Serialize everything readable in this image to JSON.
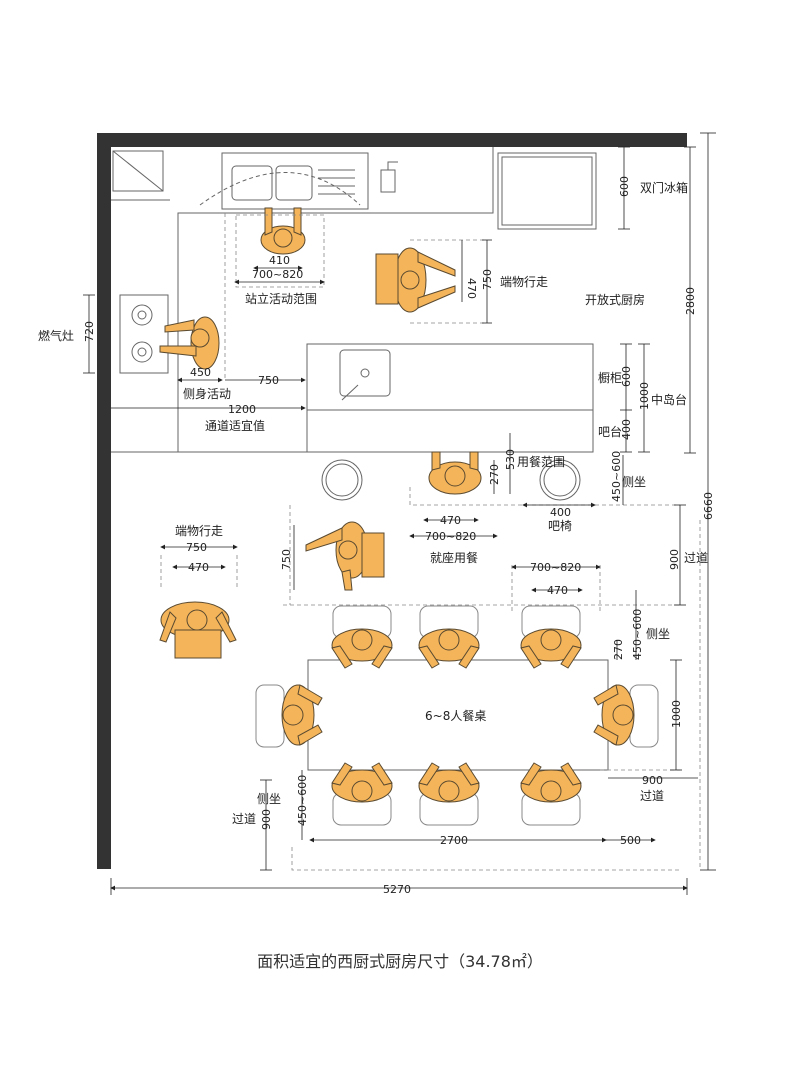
{
  "labels": {
    "fridge": "双门冰箱",
    "open_kitchen": "开放式厨房",
    "carry_walk_top": "端物行走",
    "stand_range": "站立活动范围",
    "gas_stove": "燃气灶",
    "side_move": "侧身活动",
    "aisle_value": "通道适宜值",
    "cabinet": "橱柜",
    "bar_counter": "吧台",
    "island": "中岛台",
    "dining_range": "用餐范围",
    "side_sit_top": "侧坐",
    "bar_chair": "吧椅",
    "carry_walk_left": "端物行走",
    "seated_dining": "就座用餐",
    "aisle_right": "过道",
    "side_sit_right": "侧坐",
    "table": "6~8人餐桌",
    "aisle_bottom_right": "过道",
    "side_sit_left": "侧坐",
    "aisle_left": "过道"
  },
  "dims": {
    "fridge_600": "600",
    "total_height": "6660",
    "kitchen_2800": "2800",
    "sink_410": "410",
    "sink_range": "700~820",
    "carry_470": "470",
    "carry_750": "750",
    "stove_720": "720",
    "side_450": "450",
    "side_750": "750",
    "aisle_1200": "1200",
    "cab_600": "600",
    "island_1000": "1000",
    "bar_400": "400",
    "dining_530": "530",
    "dining_270": "270",
    "side_450_600": "450~600",
    "bar_chair_400": "400",
    "seat_470": "470",
    "seat_range": "700~820",
    "walk_750": "750",
    "walk_470": "470",
    "seated_750": "750",
    "aisle_900": "900",
    "table_range": "700~820",
    "table_470": "470",
    "right_270": "270",
    "right_450_600": "450~600",
    "table_1000": "1000",
    "right_900": "900",
    "left_450_600": "450~600",
    "left_900": "900",
    "table_2700": "2700",
    "table_500": "500",
    "total_width": "5270"
  },
  "caption": "面积适宜的西厨式厨房尺寸（34.78㎡）",
  "colors": {
    "person": "#F4B45A",
    "person_stroke": "#5a4a30",
    "wall": "#333333",
    "line": "#666666"
  }
}
